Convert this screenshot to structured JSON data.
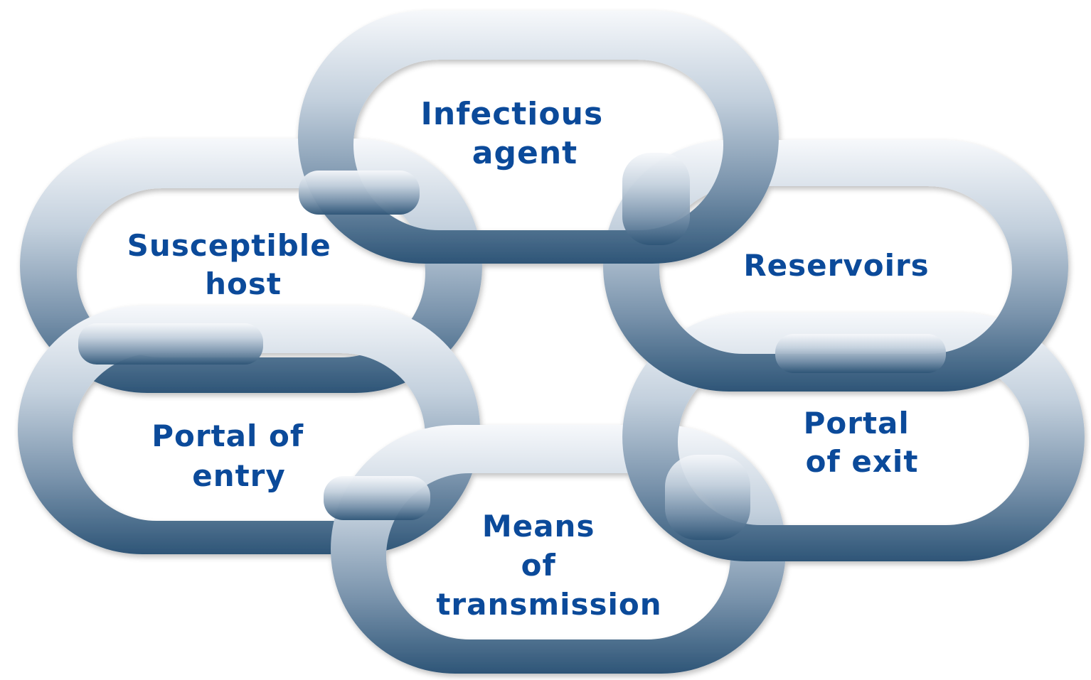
{
  "diagram": {
    "links": [
      {
        "id": "infectious-agent",
        "lines": [
          "Infectious",
          "agent"
        ]
      },
      {
        "id": "reservoirs",
        "lines": [
          "Reservoirs"
        ]
      },
      {
        "id": "portal-of-exit",
        "lines": [
          "Portal",
          "of exit"
        ]
      },
      {
        "id": "means-of-transmission",
        "lines": [
          "Means",
          "of",
          "transmission"
        ]
      },
      {
        "id": "portal-of-entry",
        "lines": [
          "Portal of",
          "entry"
        ]
      },
      {
        "id": "susceptible-host",
        "lines": [
          "Susceptible",
          "host"
        ]
      }
    ],
    "colors": {
      "chain_dark": "#2e5577",
      "chain_mid": "#7f9ab3",
      "chain_light": "#f3f6f9",
      "label": "#0b4a9a"
    }
  }
}
